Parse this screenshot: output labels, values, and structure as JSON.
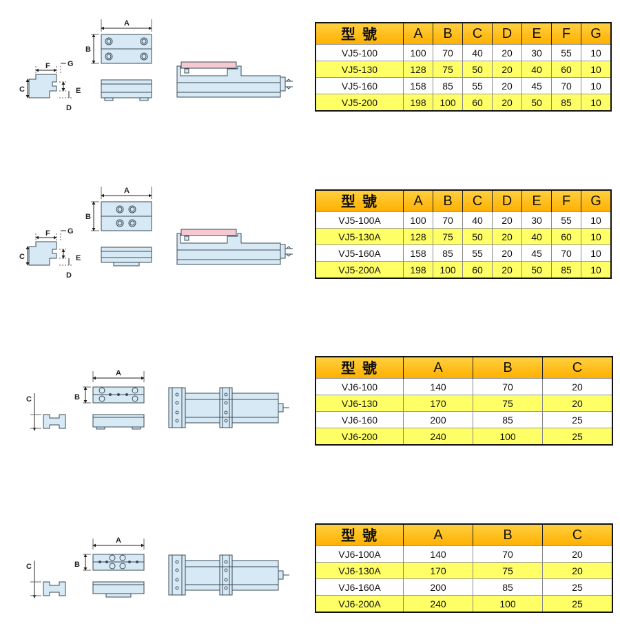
{
  "tables": [
    {
      "columns": [
        "型號",
        "A",
        "B",
        "C",
        "D",
        "E",
        "F",
        "G"
      ],
      "rows": [
        [
          "VJ5-100",
          "100",
          "70",
          "40",
          "20",
          "30",
          "55",
          "10"
        ],
        [
          "VJ5-130",
          "128",
          "75",
          "50",
          "20",
          "40",
          "60",
          "10"
        ],
        [
          "VJ5-160",
          "158",
          "85",
          "55",
          "20",
          "45",
          "70",
          "10"
        ],
        [
          "VJ5-200",
          "198",
          "100",
          "60",
          "20",
          "50",
          "85",
          "10"
        ]
      ]
    },
    {
      "columns": [
        "型號",
        "A",
        "B",
        "C",
        "D",
        "E",
        "F",
        "G"
      ],
      "rows": [
        [
          "VJ5-100A",
          "100",
          "70",
          "40",
          "20",
          "30",
          "55",
          "10"
        ],
        [
          "VJ5-130A",
          "128",
          "75",
          "50",
          "20",
          "40",
          "60",
          "10"
        ],
        [
          "VJ5-160A",
          "158",
          "85",
          "55",
          "20",
          "45",
          "70",
          "10"
        ],
        [
          "VJ5-200A",
          "198",
          "100",
          "60",
          "20",
          "50",
          "85",
          "10"
        ]
      ]
    },
    {
      "columns": [
        "型號",
        "A",
        "B",
        "C"
      ],
      "rows": [
        [
          "VJ6-100",
          "140",
          "70",
          "20"
        ],
        [
          "VJ6-130",
          "170",
          "75",
          "20"
        ],
        [
          "VJ6-160",
          "200",
          "85",
          "25"
        ],
        [
          "VJ6-200",
          "240",
          "100",
          "25"
        ]
      ]
    },
    {
      "columns": [
        "型號",
        "A",
        "B",
        "C"
      ],
      "rows": [
        [
          "VJ6-100A",
          "140",
          "70",
          "20"
        ],
        [
          "VJ6-130A",
          "170",
          "75",
          "20"
        ],
        [
          "VJ6-160A",
          "200",
          "85",
          "25"
        ],
        [
          "VJ6-200A",
          "240",
          "100",
          "25"
        ]
      ]
    }
  ],
  "dimension_labels": {
    "vj5": [
      "A",
      "B",
      "C",
      "D",
      "E",
      "F",
      "G"
    ],
    "vj6": [
      "A",
      "B",
      "C"
    ]
  },
  "colors": {
    "header_gold": "#ffb000",
    "row_yellow": "#ffff66",
    "part_fill": "#d6e9f5",
    "part_stroke": "#3a4a55",
    "workpiece_pink": "#f6c8d2"
  }
}
